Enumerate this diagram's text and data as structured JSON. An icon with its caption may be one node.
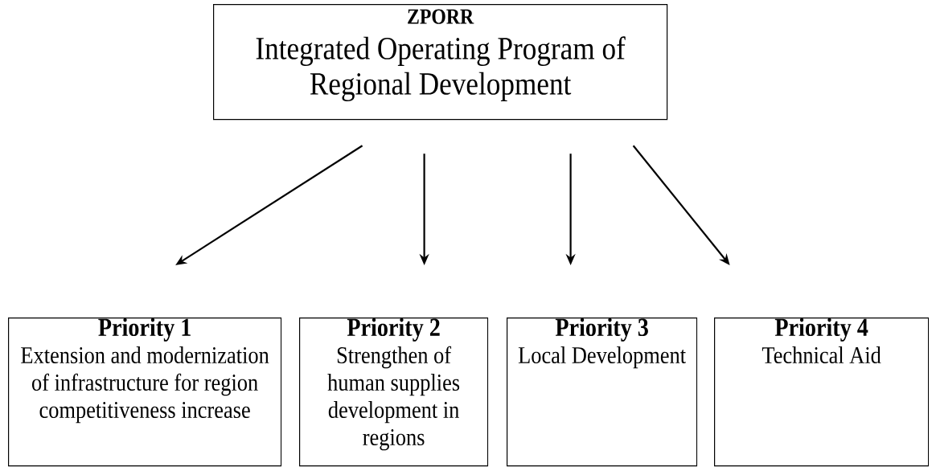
{
  "diagram": {
    "nodes": [
      {
        "text": [
          "ZPORR",
          "Integrated Operating Program of Regional Development"
        ]
      },
      {
        "text": [
          "Priority 1",
          "Extension and modernization of infrastructure for region competitiveness increase"
        ]
      },
      {
        "text": [
          "Priority 2",
          "Strengthen of human supplies development in regions"
        ]
      },
      {
        "text": [
          "Priority 3",
          "Local Development"
        ]
      },
      {
        "text": [
          "Priority 4",
          "Technical Aid"
        ]
      }
    ],
    "edges": [
      {
        "from": 0,
        "to": 1,
        "arrow": "to"
      },
      {
        "from": 0,
        "to": 2,
        "arrow": "to"
      },
      {
        "from": 0,
        "to": 3,
        "arrow": "to"
      },
      {
        "from": 0,
        "to": 4,
        "arrow": "to"
      }
    ]
  }
}
